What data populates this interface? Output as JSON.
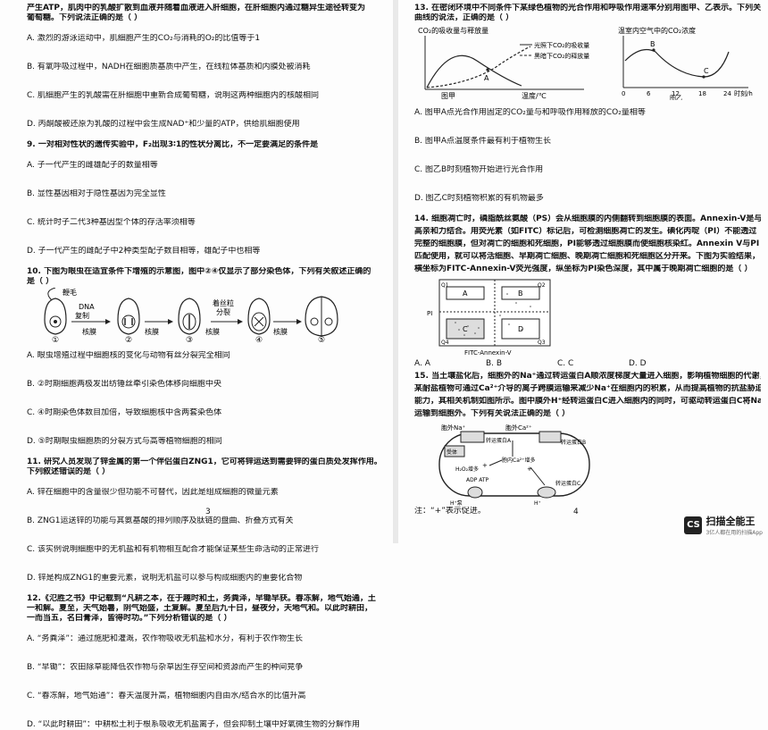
{
  "left_page": {
    "q8_stem": [
      "产生ATP，肌肉中的乳酸扩散到血液并随着血液进入肝细胞，在肝细胞内通过糖异生途径转变为",
      "葡萄糖。下列说法正确的是（   ）"
    ],
    "q8_options": [
      "A. 激烈的游泳运动中，肌细胞产生的CO₂与消耗的O₂的比值等于1",
      "B. 有氧呼吸过程中，NADH在细胞质基质中产生，在线粒体基质和内膜处被消耗",
      "C. 肌细胞产生的乳酸需在肝细胞中重新合成葡萄糖，说明这两种细胞内的核酸相同",
      "D. 丙酮酸被还原为乳酸的过程中会生成NAD⁺和少量的ATP，供给肌细胞使用"
    ],
    "q9_stem": [
      "9. 一对相对性状的遗传实验中，F₂出现3∶1的性状分离比，不一定要满足的条件是"
    ],
    "q9_options": [
      "A. 子一代产生的雌雄配子的数量相等",
      "B. 显性基因相对于隐性基因为完全显性",
      "C. 统计时子二代3种基因型个体的存活率须相等",
      "D. 子一代产生的雌配子中2种类型配子数目相等，雄配子中也相等"
    ],
    "q10_stem": [
      "10. 下图为眼虫在适宜条件下增殖的示意图，图中②④仅显示了部分染色体，下列有关叙述正确的",
      "是（   ）"
    ],
    "q10_figure": {
      "labels": {
        "flagellum": "鞭毛",
        "dna": "DNA",
        "replicate": "复制",
        "nuc1": "核膜",
        "nuc2": "核膜",
        "nuc3": "核膜",
        "nuc4": "核膜",
        "spindle1": "着丝粒",
        "spindle2": "分裂"
      },
      "nums": [
        "①",
        "②",
        "③",
        "④",
        "⑤"
      ]
    },
    "q10_options": [
      "A. 眼虫增殖过程中细胞核的变化与动物有丝分裂完全相同",
      "B. ②时期细胞两极发出纺锤丝牵引染色体移向细胞中央",
      "C. ④时期染色体数目加倍，导致细胞核中含两套染色体",
      "D. ⑤时期眼虫细胞质的分裂方式与高等植物细胞的相同"
    ],
    "q11_stem": [
      "11. 研究人员发现了锌金属的第一个伴侣蛋白ZNG1，它可将锌运送到需要锌的蛋白质处发挥作用。",
      "下列叙述错误的是（   ）"
    ],
    "q11_options": [
      "A. 锌在细胞中的含量很少但功能不可替代，因此是组成细胞的微量元素",
      "B. ZNG1运送锌的功能与其氨基酸的排列顺序及肽链的盘曲、折叠方式有关",
      "C. 该实例说明细胞中的无机盐和有机物相互配合才能保证某些生命活动的正常进行",
      "D. 锌是构成ZNG1的重要元素，说明无机盐可以参与构成细胞内的重要化合物"
    ],
    "q12_stem": [
      "12.《氾胜之书》中记载到“凡耕之本，在于趣时和土，务粪泽，早锄早获。春冻解，地气始通，土",
      "一和解。夏至，天气始暑，阴气始盛，土复解。夏至后九十日，昼夜分，天地气和。以此时耕田，",
      "一而当五，名曰膏泽，皆得时功。”下列分析错误的是（   ）"
    ],
    "q12_options": [
      "A. “务粪泽”：通过施肥和灌溉，农作物吸收无机盐和水分，有利于农作物生长",
      "B. “早锄”：农田除草能降低农作物与杂草因生存空间和资源而产生的种间竞争",
      "C. “春冻解，地气始通”：春天温度升高，植物细胞内自由水/结合水的比值升高",
      "D. “以此时耕田”：中耕松土利于根系吸收无机盐离子，但会抑制土壤中好氧微生物的分解作用"
    ],
    "page_number": "3"
  },
  "right_page": {
    "q13_stem": [
      "13. 在密闭环境中不同条件下某绿色植物的光合作用和呼吸作用速率分别用图甲、乙表示。下列关于",
      "曲线的说法，正确的是（   ）"
    ],
    "q13_fig_jia": {
      "ylabel": "CO₂的吸收量与释放量",
      "legend1": "光照下CO₂的吸收量",
      "legend2": "黑暗下CO₂的释放量",
      "point_a": "A",
      "caption": "图甲",
      "xlabel": "温度/℃"
    },
    "q13_fig_yi": {
      "ylabel": "温室内空气中的CO₂浓度",
      "point_b": "B",
      "point_c": "C",
      "ticks": [
        "0",
        "6",
        "12",
        "18",
        "24"
      ],
      "xlabel": "时刻/h",
      "caption": "图乙"
    },
    "q13_options": [
      "A. 图甲A点光合作用固定的CO₂量与和呼吸作用释放的CO₂量相等",
      "B. 图甲A点温度条件最有利于植物生长",
      "C. 图乙B时刻植物开始进行光合作用",
      "D. 图乙C时刻植物积累的有机物最多"
    ],
    "q14_stem": [
      "14. 细胞凋亡时，磷脂酰丝氨酸（PS）会从细胞膜的内侧翻转到细胞膜的表面。Annexin-V是与PS",
      "高亲和力结合。用荧光素（如FITC）标记后，可检测细胞凋亡的发生。碘化丙啶（PI）不能透过",
      "完整的细胞膜，但对凋亡的细胞和死细胞，PI能够透过细胞膜而使细胞核染红。Annexin V与PI",
      "匹配使用，就可以将活细胞、早期凋亡细胞、晚期凋亡细胞和死细胞区分开来。下图为实验结果，",
      "横坐标为FITC-Annexin-V荧光强度，纵坐标为PI染色深度，其中属于晚期凋亡细胞的是（   ）"
    ],
    "q14_figure": {
      "q1": "Q1",
      "q2": "Q2",
      "q3": "Q3",
      "q4": "Q4",
      "box_a": "A",
      "box_b": "B",
      "box_c": "C",
      "box_d": "D",
      "ylabel": "PI",
      "xlabel": "FITC-Annexin-V"
    },
    "q14_options": [
      "A. A",
      "B. B",
      "C. C",
      "D. D"
    ],
    "q15_stem": [
      "15. 当土壤盐化后，细胞外的Na⁺通过转运蛋白A顺浓度梯度大量进入细胞，影响植物细胞的代谢，",
      "某耐盐植物可通过Ca²⁺介导的离子跨膜运输来减少Na⁺在细胞内的积累，从而提高植物的抗盐胁迫",
      "能力，其相关机制如图所示。图中膜外H⁺经转运蛋白C进入细胞内的同时，可驱动转运蛋白C将Na⁺",
      "运输到细胞外。下列有关说法正确的是（   ）"
    ],
    "q15_figure": {
      "na_out": "胞外Na⁺",
      "ca_out": "胞外Ca²⁺",
      "transA": "转运蛋白A",
      "transB": "转运蛋白B",
      "transC": "转运蛋白C",
      "receptor": "受体",
      "ca_in": "胞内Ca²⁺增多",
      "h2o2": "H₂O₂增多",
      "atp": "ADP ATP",
      "h_pump": "H⁺泵",
      "h_in": "H⁺",
      "plus1": "+",
      "plus2": "+"
    },
    "q15_note": "注：“+”表示促进。",
    "page_number": "4"
  },
  "watermark": {
    "logo": "CS",
    "title": "扫描全能王",
    "sub": "3亿人都在用的扫描App"
  }
}
